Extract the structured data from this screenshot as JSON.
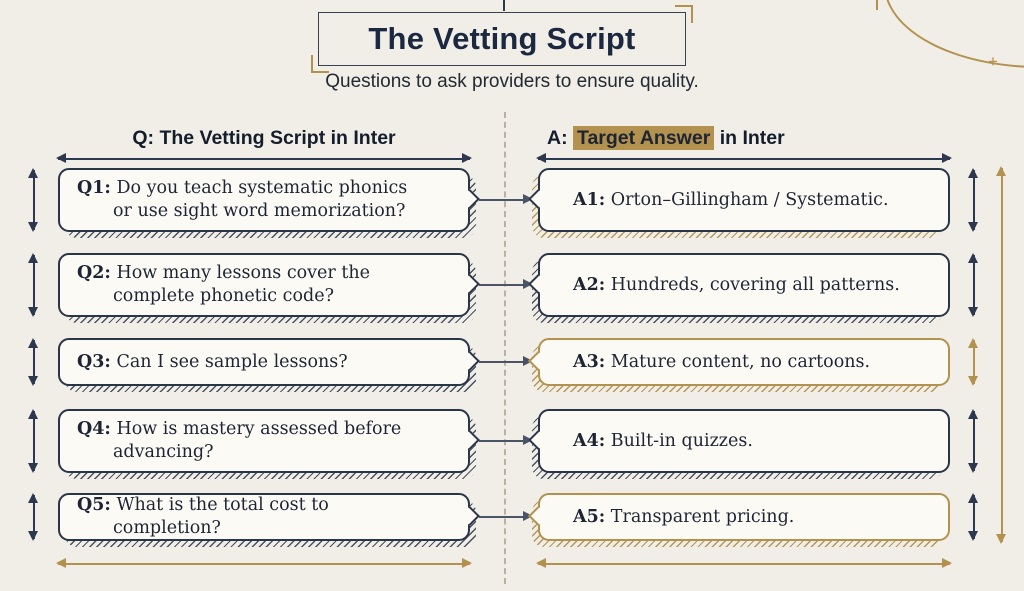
{
  "page": {
    "title": "The Vetting Script",
    "subtitle": "Questions to ask providers to ensure quality."
  },
  "headings": {
    "questions": "Q: The Vetting Script in Inter",
    "answers_prefix": "A: ",
    "answers_highlight": "Target Answer",
    "answers_suffix": " in Inter"
  },
  "rows": [
    {
      "q_label": "Q1:",
      "q_text": "Do you teach systematic phonics or use sight word memorization?",
      "a_label": "A1:",
      "a_text": "Orton–Gillingham / Systematic."
    },
    {
      "q_label": "Q2:",
      "q_text": "How many lessons cover the complete phonetic code?",
      "a_label": "A2:",
      "a_text": "Hundreds, covering all patterns."
    },
    {
      "q_label": "Q3:",
      "q_text": "Can I see sample lessons?",
      "a_label": "A3:",
      "a_text": "Mature content, no cartoons."
    },
    {
      "q_label": "Q4:",
      "q_text": "How is mastery assessed before advancing?",
      "a_label": "A4:",
      "a_text": "Built-in quizzes."
    },
    {
      "q_label": "Q5:",
      "q_text": "What is the total cost to completion?",
      "a_label": "A5:",
      "a_text": "Transparent pricing."
    }
  ],
  "decorations": {
    "plus_mark": "+"
  },
  "colors": {
    "background": "#f1eee7",
    "navy": "#2a3547",
    "gold": "#b3924f",
    "highlight": "#b3924f",
    "box_fill": "#fcfaf5",
    "text": "#1d2433"
  }
}
